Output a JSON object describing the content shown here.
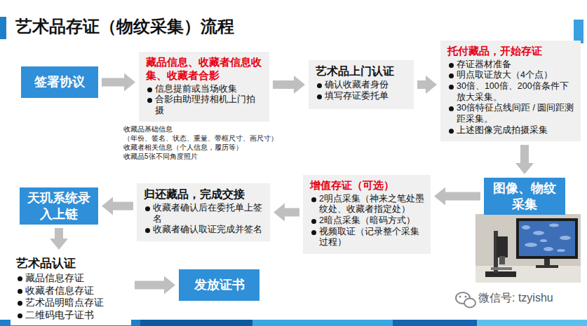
{
  "diagram": {
    "title": "艺术品存证（物纹采集）流程",
    "nodes": [
      {
        "text": [
          "签署协议"
        ]
      },
      {
        "text": [
          "藏品信息、收藏者信息收集、收藏者合影",
          "信息提前或当场收集",
          "合影由助理持相机上门拍摄"
        ]
      },
      {
        "text": [
          "艺术品上门认证",
          "确认收藏者身份",
          "填写存证委托单"
        ]
      },
      {
        "text": [
          "托付藏品，开始存证",
          "存证器材准备",
          "明点取证放大（4个点）",
          "30倍、100倍、200倍条件下放大采集。",
          "30倍特征点线间距 / 圆间距测距采集。",
          "上述图像完成拍摄采集"
        ]
      },
      {
        "text": [
          "图像、物纹采集"
        ]
      },
      {
        "text": [
          "增值存证（可选）",
          "2明点采集（神来之笔处墨纹处、收藏者指定处）",
          "2暗点采集（暗码方式）",
          "视频取证（记录整个采集过程）"
        ]
      },
      {
        "text": [
          "归还藏品，完成交接",
          "收藏者确认后在委托单上签名",
          "收藏者确认取证完成并签名"
        ]
      },
      {
        "text": [
          "天玑系统录入上链"
        ]
      },
      {
        "text": [
          "艺术品认证",
          "藏品信息存证",
          "收藏者信息存证",
          "艺术品明暗点存证",
          "二维码电子证书"
        ]
      },
      {
        "text": [
          "发放证书"
        ]
      }
    ],
    "edges": [
      {
        "from": 0,
        "to": 1,
        "arrow": "to"
      },
      {
        "from": 1,
        "to": 2,
        "arrow": "to"
      },
      {
        "from": 2,
        "to": 3,
        "arrow": "to"
      },
      {
        "from": 3,
        "to": 4,
        "arrow": "to"
      },
      {
        "from": 4,
        "to": 5,
        "arrow": "to"
      },
      {
        "from": 5,
        "to": 6,
        "arrow": "to"
      },
      {
        "from": 6,
        "to": 7,
        "arrow": "to"
      },
      {
        "from": 7,
        "to": 8,
        "arrow": "to"
      },
      {
        "from": 8,
        "to": 9,
        "arrow": "to"
      }
    ],
    "labels": [
      "收藏品基础信息",
      "（年份、签名、状态、重量、带框尺寸、画尺寸）",
      "收藏者相关信息（个人信息，履历等）",
      "收藏品5张不同角度照片",
      "微信号: tzyishu"
    ]
  }
}
